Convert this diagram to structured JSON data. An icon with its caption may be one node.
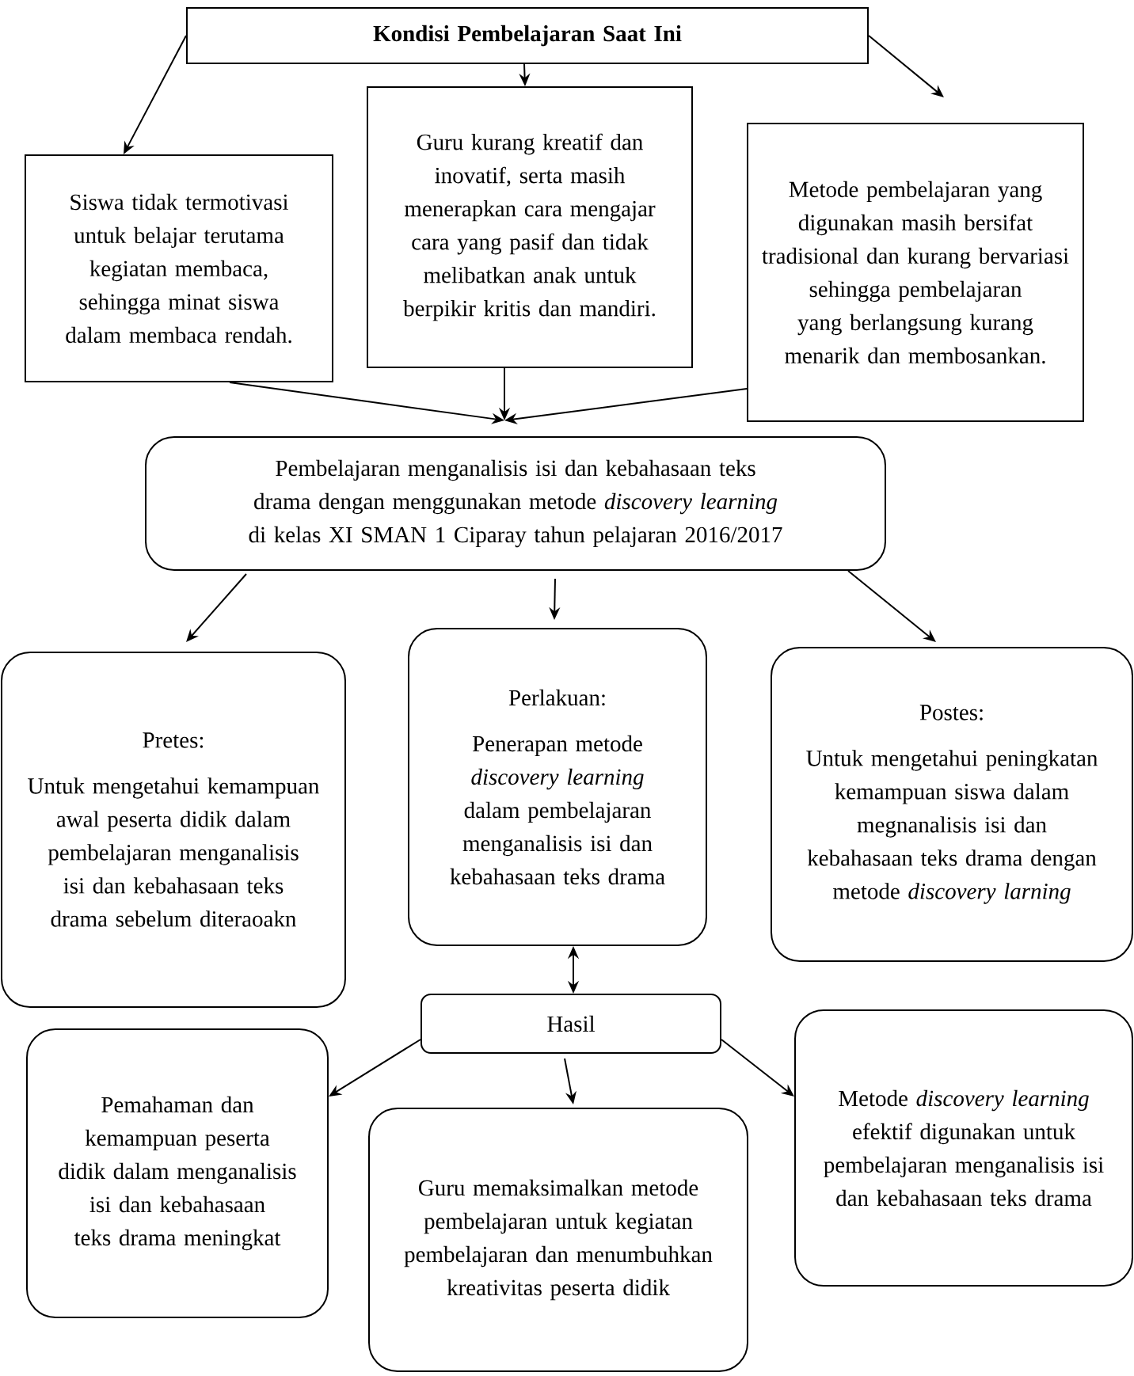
{
  "diagram": {
    "nodes": [
      {
        "text": [
          "Kondisi Pembelajaran Saat Ini"
        ]
      },
      {
        "text": [
          "Siswa tidak termotivasi untuk belajar terutama kegiatan membaca, sehingga minat siswa dalam membaca rendah."
        ]
      },
      {
        "text": [
          "Guru kurang kreatif dan inovatif, serta masih menerapkan cara mengajar cara yang pasif dan tidak melibatkan anak untuk berpikir kritis dan mandiri."
        ]
      },
      {
        "text": [
          "Metode pembelajaran yang digunakan masih bersifat tradisional dan kurang bervariasi sehingga pembelajaran yang berlangsung kurang menarik dan membosankan."
        ]
      },
      {
        "text": [
          "Pembelajaran menganalisis isi dan kebahasaan teks drama dengan menggunakan metode *discovery learning* di kelas XI SMAN 1 Ciparay tahun pelajaran 2016/2017"
        ]
      },
      {
        "text": [
          "Pretes:",
          "Untuk mengetahui kemampuan awal peserta didik dalam pembelajaran menganalisis isi dan kebahasaan teks drama sebelum diteraoakn"
        ]
      },
      {
        "text": [
          "Perlakuan:",
          "Penerapan metode *discovery learning* dalam pembelajaran menganalisis isi dan kebahasaan teks drama"
        ]
      },
      {
        "text": [
          "Postes:",
          "Untuk mengetahui peningkatan kemampuan siswa dalam megnanalisis isi dan kebahasaan teks drama dengan metode *discovery larning*"
        ]
      },
      {
        "text": [
          "Hasil"
        ]
      },
      {
        "text": [
          "Pemahaman dan kemampuan peserta didik dalam menganalisis isi dan kebahasaan teks drama meningkat"
        ]
      },
      {
        "text": [
          "Guru memaksimalkan metode pembelajaran untuk kegiatan pembelajaran dan menumbuhkan kreativitas peserta didik"
        ]
      },
      {
        "text": [
          "Metode *discovery learning* efektif digunakan untuk pembelajaran menganalisis isi dan kebahasaan teks drama"
        ]
      }
    ],
    "edges": [
      {
        "from": 0,
        "to": 1,
        "arrow": "to"
      },
      {
        "from": 0,
        "to": 2,
        "arrow": "to"
      },
      {
        "from": 0,
        "to": 3,
        "arrow": "to"
      },
      {
        "from": 1,
        "to": 4,
        "arrow": "to"
      },
      {
        "from": 2,
        "to": 4,
        "arrow": "to"
      },
      {
        "from": 3,
        "to": 4,
        "arrow": "to"
      },
      {
        "from": 4,
        "to": 5,
        "arrow": "to"
      },
      {
        "from": 4,
        "to": 6,
        "arrow": "to"
      },
      {
        "from": 4,
        "to": 7,
        "arrow": "to"
      },
      {
        "from": 6,
        "to": 8,
        "arrow": "both"
      },
      {
        "from": 8,
        "to": 9,
        "arrow": "to"
      },
      {
        "from": 8,
        "to": 10,
        "arrow": "to"
      },
      {
        "from": 8,
        "to": 11,
        "arrow": "to"
      }
    ]
  }
}
